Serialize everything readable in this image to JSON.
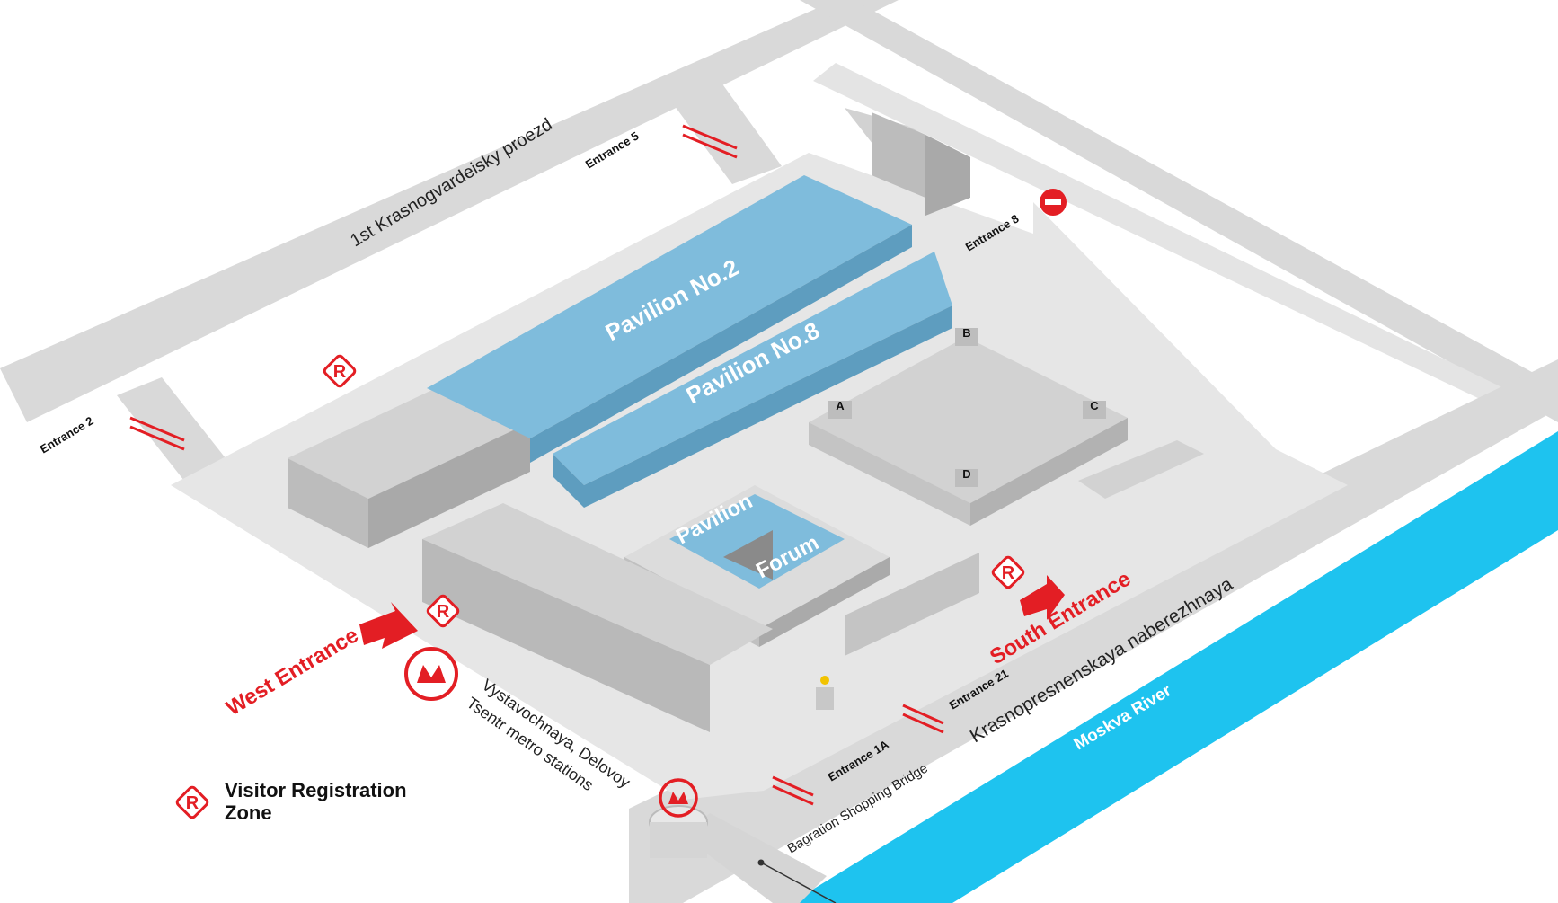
{
  "colors": {
    "road": "#d9d9d9",
    "plaza": "#e6e6e6",
    "building_top": "#d2d2d2",
    "building_side": "#b9b9b9",
    "pavilion_blue": "#7fbcdc",
    "river": "#1ec3ef",
    "accent_red": "#e31e24"
  },
  "streets": {
    "north": "1st Krasnogvardeisky proezd",
    "south": "Krasnopresnenskaya naberezhnaya",
    "bridge": "Bagration Shopping Bridge",
    "river": "Moskva River"
  },
  "pavilions": {
    "p2": "Pavilion No.2",
    "p8": "Pavilion No.8",
    "forum_line1": "Pavilion",
    "forum_line2": "Forum",
    "expo_towers": [
      "A",
      "B",
      "C",
      "D"
    ]
  },
  "entrances": {
    "e2": "Entrance 2",
    "e5": "Entrance 5",
    "e8": "Entrance 8",
    "e21": "Entrance 21",
    "e1a": "Entrance 1A",
    "west": "West Entrance",
    "south": "South Entrance"
  },
  "metro": {
    "line1": "Vystavochnaya, Delovoy",
    "line2": "Tsentr metro stations"
  },
  "legend": {
    "icon_letter": "R",
    "line1": "Visitor Registration",
    "line2": "Zone"
  },
  "icons": {
    "registration": "registration-r-icon",
    "metro": "moscow-metro-icon",
    "no_entry": "no-entry-icon",
    "two_way": "two-way-arrow-icon",
    "entry_arrow": "entry-arrow-icon",
    "church": "church-icon"
  }
}
